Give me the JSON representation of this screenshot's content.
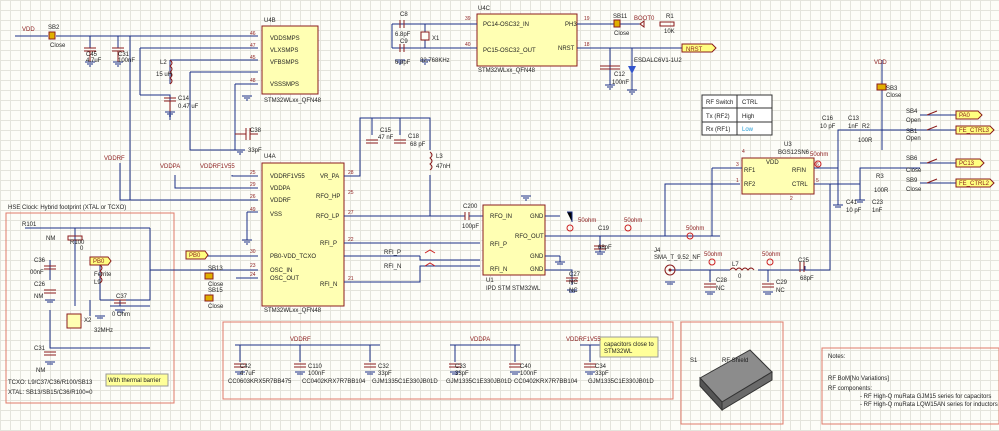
{
  "nets": {
    "vdd": "VDD",
    "vddrf": "VDDRF",
    "vddpa": "VDDPA",
    "vddrf1v55": "VDDRF1V55",
    "boot0": "BOOT0",
    "nrst": "NRST",
    "pb0": "PB0",
    "pa0": "PA0",
    "pc13": "PC13",
    "fe_ctrl3": "FE_CTRL3",
    "fe_ctrl2": "FE_CTRL2",
    "rfi_p": "RFI_P",
    "rfi_n": "RFI_N"
  },
  "pins": {
    "vddsmps": "VDDSMPS",
    "vlxsmps": "VLXSMPS",
    "vfbsmps": "VFBSMPS",
    "vsssmps": "VSSSMPS",
    "pc14": "PC14-OSC32_IN",
    "pc15": "PC15-OSC32_OUT",
    "ph3": "PH3",
    "nrst": "NRST",
    "vddrf1v55": "VDDRF1V55",
    "vddpa": "VDDPA",
    "vddrf": "VDDRF",
    "vss": "VSS",
    "pb0_tcxo": "PB0-VDD_TCXO",
    "osc_in": "OSC_IN",
    "osc_out": "OSC_OUT",
    "vr_pa": "VR_PA",
    "rfo_hp": "RFO_HP",
    "rfo_lp": "RFO_LP",
    "rfi_p": "RFI_P",
    "rfi_n": "RFI_N",
    "rfo_in": "RFO_IN",
    "rfo_out": "RFO_OUT",
    "gnd": "GND",
    "vdd": "VDD",
    "rf1": "RF1",
    "rf2": "RF2",
    "rfin": "RFIN",
    "ctrl": "CTRL"
  },
  "pinnums": {
    "p46": "46",
    "p47": "47",
    "p45": "45",
    "p48": "48",
    "p39": "39",
    "p40": "40",
    "p19": "19",
    "p18": "18",
    "p25": "25",
    "p29": "29",
    "p26": "26",
    "p49": "49",
    "p30": "30",
    "p23": "23",
    "p24": "24",
    "p28": "28",
    "p27": "27",
    "p22": "22",
    "p21": "21",
    "p1": "1",
    "p2": "2",
    "p3": "3",
    "p4": "4",
    "p5": "5",
    "p6": "6"
  },
  "labels": {
    "sb2": "SB2",
    "close": "Close",
    "open": "Open",
    "c45": "C45",
    "c45_val": "4.7uF",
    "c31": "C31",
    "c31_val": "100nF",
    "l2": "L2",
    "l2_val": "15 uH",
    "c14": "C14",
    "c14_val": "0.47 uF",
    "c38": "C38",
    "c38_val": "33pF",
    "u4b": "U4B",
    "u4a": "U4A",
    "u4c": "U4C",
    "part": "STM32WLxx_QFN48",
    "c8": "C8",
    "c8_val": "6.8pF",
    "c9": "C9",
    "c9_val": "6.8pF",
    "x1": "X1",
    "x1_val": "32.768KHz",
    "sb11": "SB11",
    "r1": "R1",
    "r1_val": "10K",
    "c12": "C12",
    "c12_val": "100nF",
    "u2": "ESDALC6V1-1U2",
    "c15": "C15",
    "c15_val": "47 nF",
    "c18": "C18",
    "c18_val": "68 pF",
    "l3": "L3",
    "l3_val": "47nH",
    "c200": "C200",
    "c200_val": "100pF",
    "u1": "U1",
    "u1_part": "IPD STM STM32WL",
    "ohm50": "50ohm",
    "c19": "C19",
    "c19_val": "68pF",
    "c27": "C27",
    "nc": "NC",
    "j4": "J4",
    "j4_part": "SMA_T_9.52_NF",
    "c28": "C28",
    "l7": "L7",
    "zero": "0",
    "c29": "C29",
    "c25": "C25",
    "c25_val": "68pF",
    "u3": "U3",
    "u3_part": "BGS12SN6",
    "c16": "C16",
    "c16_val": "10 pF",
    "c13": "C13",
    "c13_val": "1nF",
    "r2": "R2",
    "r2_val": "100R",
    "r3": "R3",
    "r3_val": "100R",
    "c41": "C41",
    "c41_val": "10 pF",
    "c23": "C23",
    "c23_val": "1nF",
    "sb3": "SB3",
    "sb4": "SB4",
    "sb1": "SB1",
    "sb6": "SB6",
    "sb9": "SB9",
    "r101": "R101",
    "nm": "NM",
    "r100": "R100",
    "c36": "C36",
    "c36_val": "00nF",
    "c26": "C26",
    "ferrite": "Ferrite",
    "l9": "L9",
    "c37": "C37",
    "c37_val": "0 Ohm",
    "x2": "X2",
    "x2_val": "32MHz",
    "sb13": "SB13",
    "sb15": "SB15",
    "blank": ""
  },
  "rf_table": {
    "header": [
      "RF Switch",
      "CTRL"
    ],
    "rows": [
      [
        "Tx (RF2)",
        "High"
      ],
      [
        "Rx (RF1)",
        "Low"
      ]
    ]
  },
  "hse": {
    "title": "HSE Clock: Hybrid footprint (XTAL or TCXO)",
    "thermal_note": "With thermal barrier",
    "tcxo": "TCXO: L9/C37/C36/R100/SB13",
    "xtal": "XTAL: SB13/SB15/C36/R100=0"
  },
  "decoupling": {
    "note_line1": "capacitors close to",
    "note_line2": "STM32WL",
    "caps": [
      {
        "ref": "C42",
        "val": "4.7uF",
        "part": "CC0603KRX5R7BB475"
      },
      {
        "ref": "C110",
        "val": "100nF",
        "part": "CC0402KRX7R7BB104"
      },
      {
        "ref": "C32",
        "val": "33pF",
        "part": "GJM1335C1E330JB01D"
      },
      {
        "ref": "C33",
        "val": "33pF",
        "part": "GJM1335C1E330JB01D"
      },
      {
        "ref": "C40",
        "val": "100nF",
        "part": "CC0402KRX7R7BB104"
      },
      {
        "ref": "C34",
        "val": "33pF",
        "part": "GJM1335C1E330JB01D"
      }
    ]
  },
  "shield": {
    "ref": "S1",
    "name": "RF Shield"
  },
  "notes": {
    "title": "Notes:",
    "bom": "RF BoM[No Variations]",
    "rf_components": "RF components:",
    "caps_series": "- RF High-Q muRata GJM15 series for capacitors",
    "inductor_series": "- RF High-Q muRata LQW15AN series for inductors"
  }
}
